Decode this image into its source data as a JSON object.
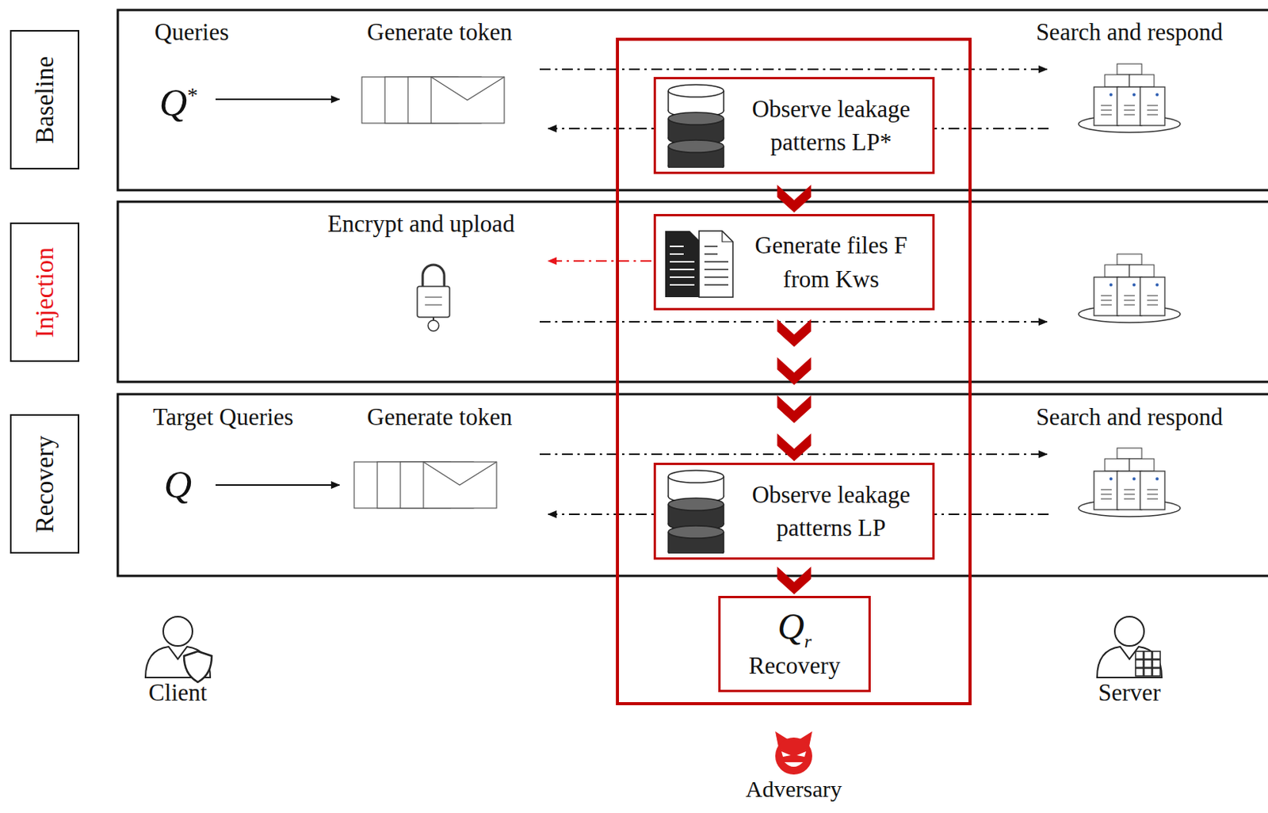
{
  "diagram": {
    "nodes": [
      {
        "text": [
          "Baseline"
        ]
      },
      {
        "text": [
          "Injection"
        ]
      },
      {
        "text": [
          "Recovery"
        ]
      },
      {
        "text": [
          "Adversary"
        ]
      },
      {
        "text": [
          "Observe leakage patterns LP*"
        ],
        "in": 3
      },
      {
        "text": [
          "Generate files F from Kws"
        ],
        "in": 3
      },
      {
        "text": [
          "Observe leakage patterns LP"
        ],
        "in": 3
      },
      {
        "text": [
          "Qr",
          "Recovery"
        ],
        "in": 3
      }
    ],
    "edges": [
      {
        "from": 4,
        "to": 5,
        "arrow": "to"
      },
      {
        "from": 5,
        "to": 6,
        "arrow": "to"
      },
      {
        "from": 6,
        "to": 7,
        "arrow": "to"
      }
    ],
    "labels": [
      "Queries",
      "Q*",
      "Generate token",
      "Search and respond",
      "Encrypt and upload",
      "Target Queries",
      "Q",
      "Generate token",
      "Search and respond",
      "Client",
      "Server"
    ]
  }
}
